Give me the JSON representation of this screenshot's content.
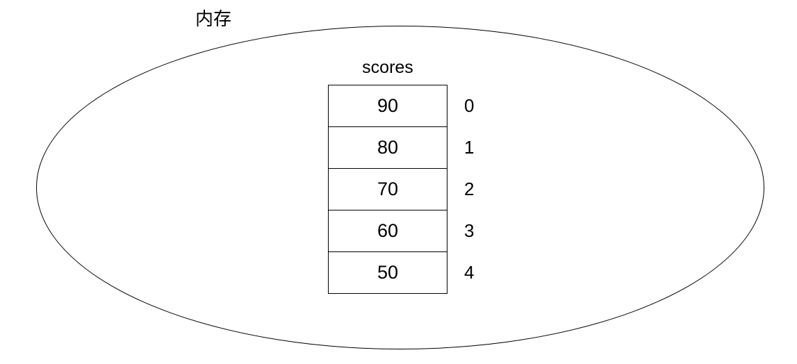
{
  "diagram": {
    "memory_label": "内存",
    "array": {
      "title": "scores",
      "cells": [
        {
          "value": "90",
          "index": "0"
        },
        {
          "value": "80",
          "index": "1"
        },
        {
          "value": "70",
          "index": "2"
        },
        {
          "value": "60",
          "index": "3"
        },
        {
          "value": "50",
          "index": "4"
        }
      ]
    }
  },
  "colors": {
    "stroke": "#000000",
    "background": "#ffffff",
    "text": "#000000"
  }
}
